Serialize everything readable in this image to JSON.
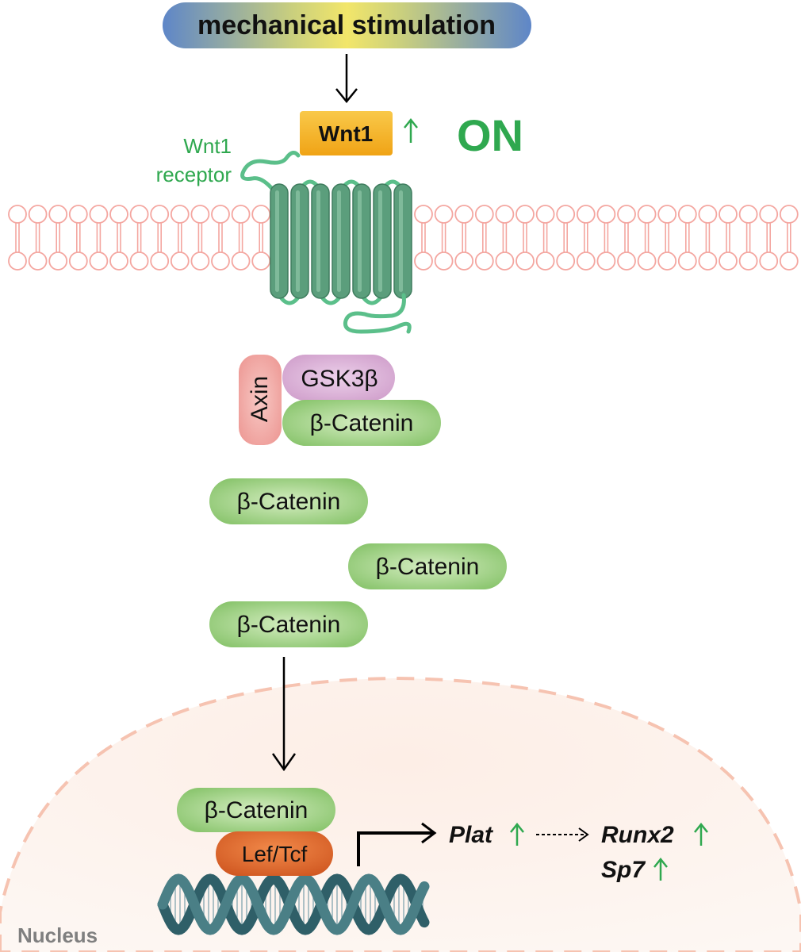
{
  "stimulus": {
    "label": "mechanical stimulation"
  },
  "ligand": {
    "label": "Wnt1",
    "change": "up"
  },
  "state": {
    "label": "ON"
  },
  "receptor": {
    "label_line1": "Wnt1",
    "label_line2": "receptor"
  },
  "complex": {
    "axin": "Axin",
    "gsk3b": "GSK3β",
    "catenin": "β-Catenin"
  },
  "cytoplasm": {
    "catenins": [
      "β-Catenin",
      "β-Catenin",
      "β-Catenin"
    ]
  },
  "nucleus": {
    "label": "Nucleus",
    "catenin": "β-Catenin",
    "lef_tcf": "Lef/Tcf"
  },
  "targets": {
    "plat": "Plat",
    "runx2": "Runx2",
    "sp7": "Sp7"
  },
  "colors": {
    "green_text": "#2fa84f",
    "arrow_up": "#2fa84f",
    "membrane": "#f4a6a0",
    "receptor": "#5b9e7c",
    "catenin_fill": "#a8d78a",
    "axin_fill": "#f3a3a0",
    "gsk_fill": "#d7a9d3",
    "lef_fill": "#e06a2c",
    "wnt_fill": "#f4b11a",
    "nucleus_fill": "#fdf1ec",
    "nucleus_border": "#f6c3b1"
  }
}
